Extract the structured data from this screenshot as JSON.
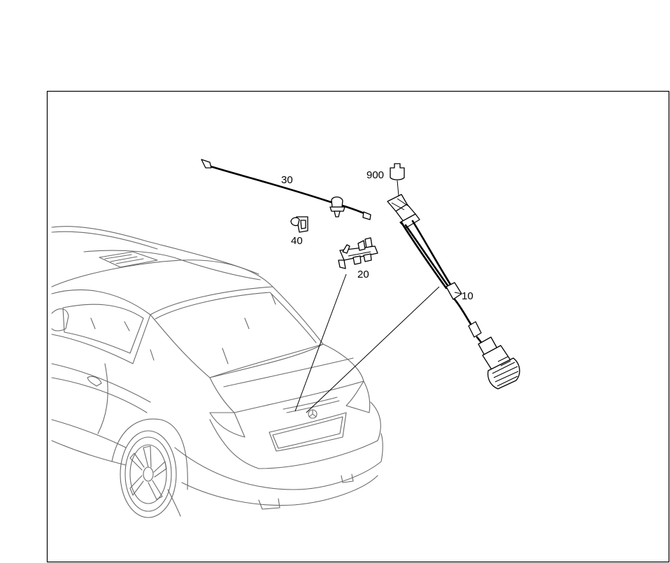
{
  "callouts": {
    "part_10": "10",
    "part_20": "20",
    "part_30": "30",
    "part_40": "40",
    "part_900": "900"
  },
  "icons": {
    "part_900": "connector-symbol-icon"
  }
}
